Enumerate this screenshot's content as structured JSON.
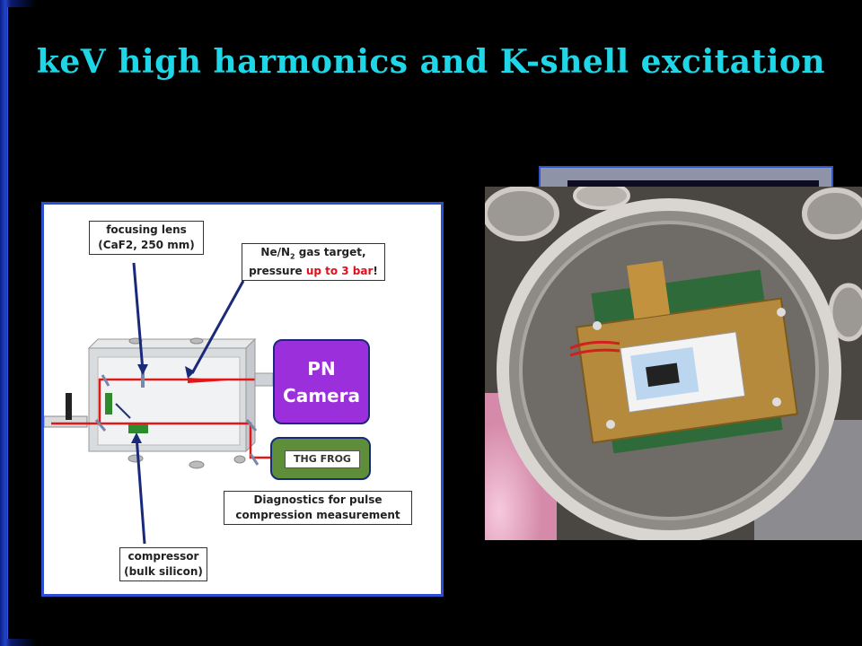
{
  "title": "keV high harmonics and K-shell excitation",
  "diagram": {
    "focusing_lens_line1": "focusing lens",
    "focusing_lens_line2": "(CaF2, 250 mm)",
    "gas_target_line1_prefix": "Ne/N",
    "gas_target_line1_sub": "2",
    "gas_target_line1_suffix": " gas target,",
    "gas_target_line2_prefix": "pressure ",
    "gas_target_line2_red": "up to 3 bar",
    "gas_target_line2_suffix": "!",
    "pn_camera_line1": "PN",
    "pn_camera_line2": "Camera",
    "thg_frog": "THG FROG",
    "diagnostics_line1": "Diagnostics for pulse",
    "diagnostics_line2": "compression measurement",
    "compressor_line1": "compressor",
    "compressor_line2": "(bulk silicon)"
  },
  "colors": {
    "title": "#1fd6e6",
    "beam": "#e01818",
    "pn_camera": "#9b2fdc",
    "thg_frog": "#5e8e3a",
    "panel_border": "#2b4fd0"
  }
}
